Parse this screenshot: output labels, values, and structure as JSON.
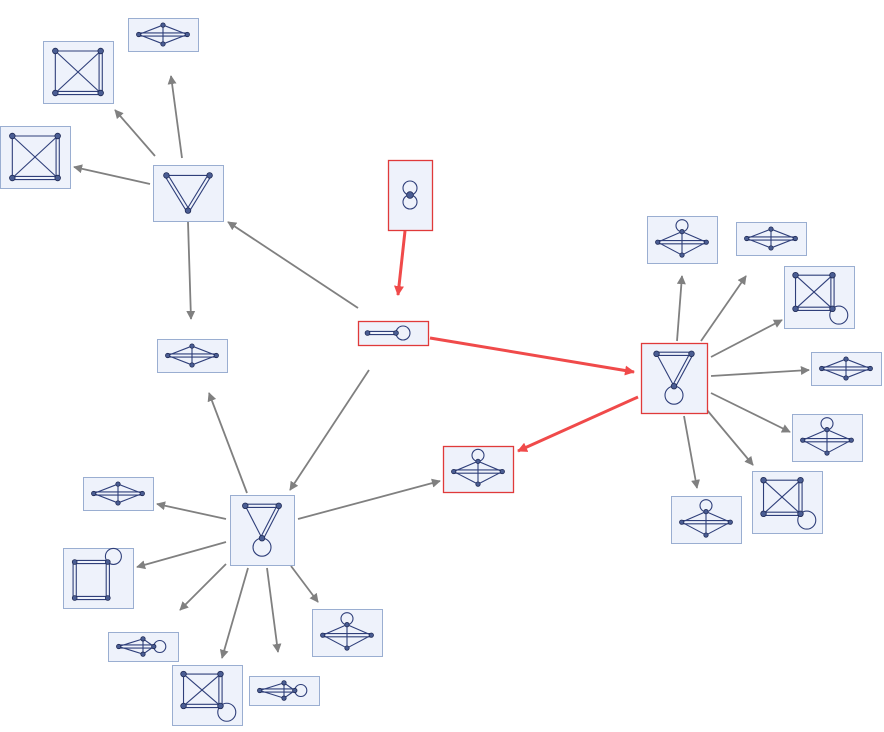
{
  "colors": {
    "edge_normal": "#808080",
    "edge_highlight": "#f04a4a",
    "node_fill": "#eef2fb",
    "node_border": "#9aaed1",
    "node_border_highlight": "#e03a3a",
    "graph_stroke": "#2f3f7a",
    "vertex_fill": "#4a5d93"
  },
  "diagram": {
    "type": "directed graph of graph-state transitions",
    "nodes": [
      {
        "id": "figure8",
        "glyph": "figure8",
        "highlighted": true
      },
      {
        "id": "root",
        "glyph": "double-edge-loop",
        "highlighted": true
      },
      {
        "id": "tri-left",
        "glyph": "triangle-multi",
        "highlighted": false
      },
      {
        "id": "tri-right",
        "glyph": "triangle-loop",
        "highlighted": true
      },
      {
        "id": "tri-bottom",
        "glyph": "triangle-loop",
        "highlighted": false
      },
      {
        "id": "kite-loop-center",
        "glyph": "kite-loop",
        "highlighted": true
      },
      {
        "id": "diamond-left-mid",
        "glyph": "diamond",
        "highlighted": false
      },
      {
        "id": "tl-top",
        "glyph": "diamond",
        "highlighted": false
      },
      {
        "id": "tl-square-x",
        "glyph": "square-x",
        "highlighted": false
      },
      {
        "id": "tl-square-x-left",
        "glyph": "square-x",
        "highlighted": false
      },
      {
        "id": "r-kite-top",
        "glyph": "kite-loop",
        "highlighted": false
      },
      {
        "id": "r-diamond-top",
        "glyph": "diamond",
        "highlighted": false
      },
      {
        "id": "r-square-x-loop",
        "glyph": "square-x-loop",
        "highlighted": false
      },
      {
        "id": "r-diamond-right",
        "glyph": "diamond",
        "highlighted": false
      },
      {
        "id": "r-kite-right",
        "glyph": "kite-loop",
        "highlighted": false
      },
      {
        "id": "r-square-x-loop-2",
        "glyph": "square-x-loop",
        "highlighted": false
      },
      {
        "id": "r-kite-bottom",
        "glyph": "kite-loop",
        "highlighted": false
      },
      {
        "id": "b-diamond-left",
        "glyph": "diamond",
        "highlighted": false
      },
      {
        "id": "b-square-loop",
        "glyph": "square-loop",
        "highlighted": false
      },
      {
        "id": "b-diamond-loop",
        "glyph": "diamond-loop",
        "highlighted": false
      },
      {
        "id": "b-square-x-loop",
        "glyph": "square-x-loop",
        "highlighted": false
      },
      {
        "id": "b-diamond-loop-2",
        "glyph": "diamond-loop",
        "highlighted": false
      },
      {
        "id": "b-kite-right",
        "glyph": "kite-loop",
        "highlighted": false
      }
    ],
    "edges": [
      {
        "from": "figure8",
        "to": "root",
        "highlighted": true
      },
      {
        "from": "root",
        "to": "tri-right",
        "highlighted": true
      },
      {
        "from": "tri-right",
        "to": "kite-loop-center",
        "highlighted": true
      },
      {
        "from": "root",
        "to": "tri-left",
        "highlighted": false
      },
      {
        "from": "root",
        "to": "tri-bottom",
        "highlighted": false
      },
      {
        "from": "tri-left",
        "to": "tl-top",
        "highlighted": false
      },
      {
        "from": "tri-left",
        "to": "tl-square-x",
        "highlighted": false
      },
      {
        "from": "tri-left",
        "to": "tl-square-x-left",
        "highlighted": false
      },
      {
        "from": "tri-left",
        "to": "diamond-left-mid",
        "highlighted": false
      },
      {
        "from": "tri-bottom",
        "to": "diamond-left-mid",
        "highlighted": false
      },
      {
        "from": "tri-bottom",
        "to": "kite-loop-center",
        "highlighted": false
      },
      {
        "from": "tri-bottom",
        "to": "b-diamond-left",
        "highlighted": false
      },
      {
        "from": "tri-bottom",
        "to": "b-square-loop",
        "highlighted": false
      },
      {
        "from": "tri-bottom",
        "to": "b-diamond-loop",
        "highlighted": false
      },
      {
        "from": "tri-bottom",
        "to": "b-square-x-loop",
        "highlighted": false
      },
      {
        "from": "tri-bottom",
        "to": "b-diamond-loop-2",
        "highlighted": false
      },
      {
        "from": "tri-bottom",
        "to": "b-kite-right",
        "highlighted": false
      },
      {
        "from": "tri-right",
        "to": "r-kite-top",
        "highlighted": false
      },
      {
        "from": "tri-right",
        "to": "r-diamond-top",
        "highlighted": false
      },
      {
        "from": "tri-right",
        "to": "r-square-x-loop",
        "highlighted": false
      },
      {
        "from": "tri-right",
        "to": "r-diamond-right",
        "highlighted": false
      },
      {
        "from": "tri-right",
        "to": "r-kite-right",
        "highlighted": false
      },
      {
        "from": "tri-right",
        "to": "r-square-x-loop-2",
        "highlighted": false
      },
      {
        "from": "tri-right",
        "to": "r-kite-bottom",
        "highlighted": false
      }
    ]
  }
}
